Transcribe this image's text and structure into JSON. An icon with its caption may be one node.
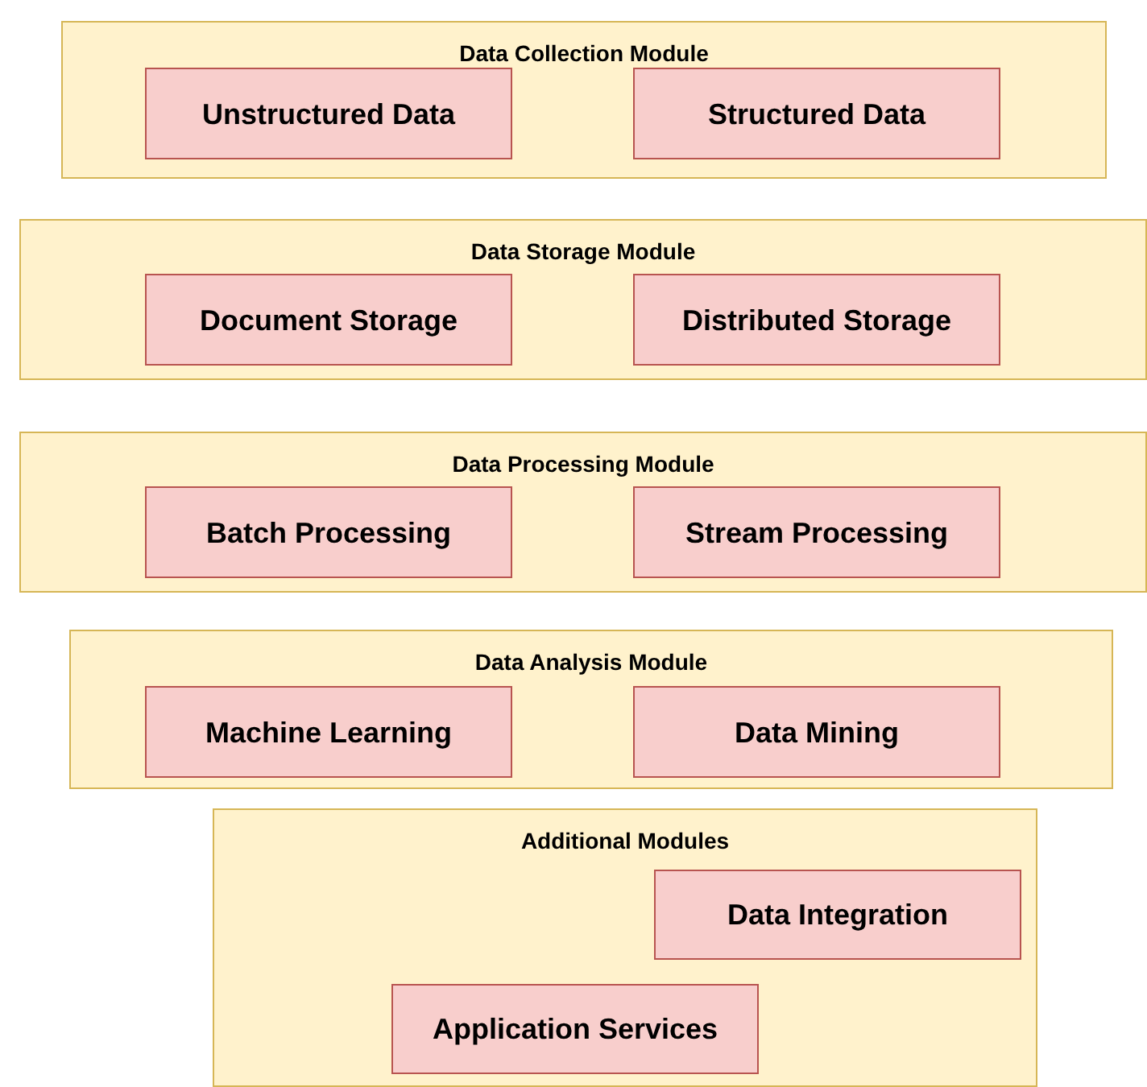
{
  "diagram": {
    "nodes": [
      {
        "text": [
          "Data Collection Module"
        ]
      },
      {
        "text": [
          "Unstructured Data"
        ],
        "in": 0
      },
      {
        "text": [
          "Structured Data"
        ],
        "in": 0
      },
      {
        "text": [
          "Data Storage Module"
        ]
      },
      {
        "text": [
          "Document Storage"
        ],
        "in": 3
      },
      {
        "text": [
          "Distributed Storage"
        ],
        "in": 3
      },
      {
        "text": [
          "Data Processing Module"
        ]
      },
      {
        "text": [
          "Batch Processing"
        ],
        "in": 6
      },
      {
        "text": [
          "Stream Processing"
        ],
        "in": 6
      },
      {
        "text": [
          "Data Analysis Module"
        ]
      },
      {
        "text": [
          "Machine Learning"
        ],
        "in": 9
      },
      {
        "text": [
          "Data Mining"
        ],
        "in": 9
      },
      {
        "text": [
          "Additional Modules"
        ]
      },
      {
        "text": [
          "Data Integration"
        ],
        "in": 12
      },
      {
        "text": [
          "Application Services"
        ],
        "in": 12
      }
    ]
  }
}
